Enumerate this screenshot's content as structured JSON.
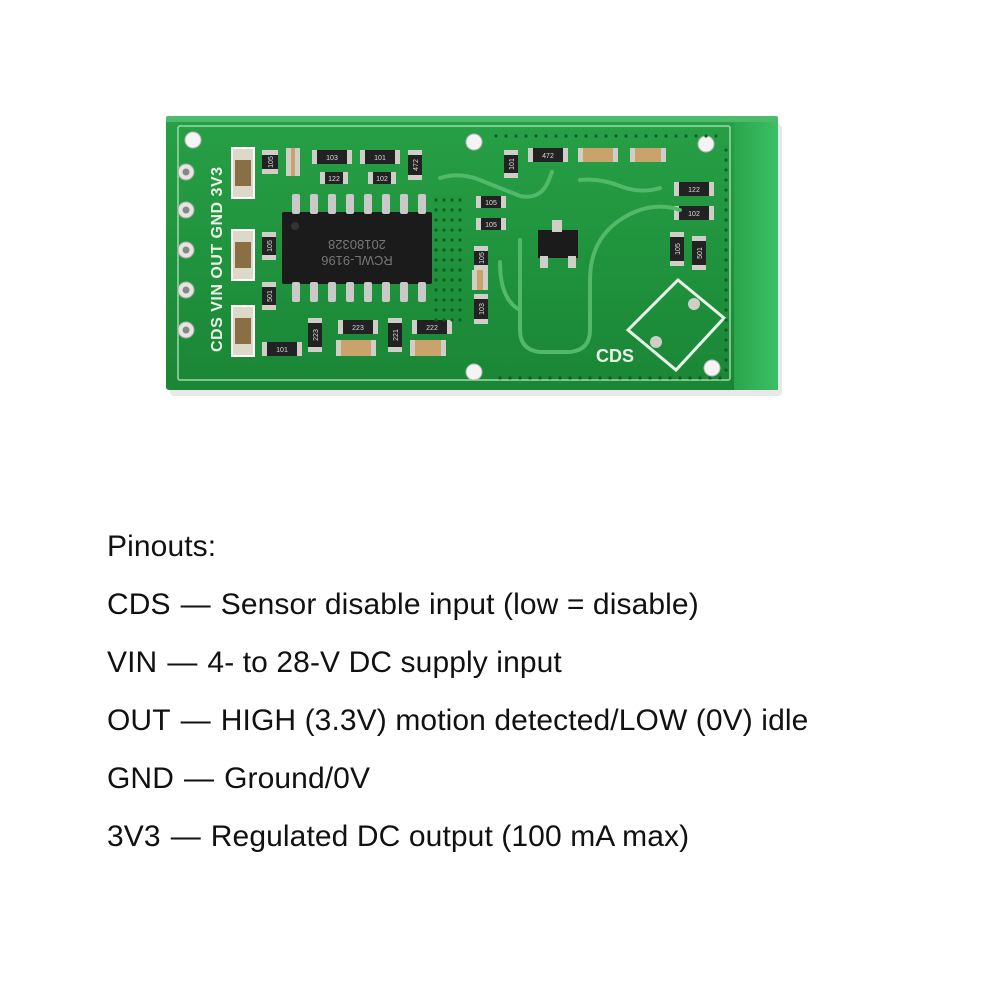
{
  "board": {
    "pin_labels": [
      "CDS",
      "VIN",
      "OUT",
      "GND",
      "3V3"
    ],
    "chip_text_1": "RCWL-9196",
    "chip_text_2": "20180328",
    "antenna_label": "CDS",
    "resistor_codes": [
      "105",
      "103",
      "101",
      "472",
      "122",
      "102",
      "105",
      "501",
      "223",
      "223",
      "221",
      "222",
      "101",
      "105",
      "105"
    ],
    "colors": {
      "pcb": "#1f8f3a",
      "pcb_dark": "#157a2c",
      "pcb_edge": "#2fae52",
      "silk": "#e9f2e7",
      "chip": "#1b1b1b",
      "pin": "#c9c9c9",
      "pad": "#cfcfc7",
      "resistor": "#222222",
      "capacitor": "#c9a36b"
    }
  },
  "pinouts": {
    "heading": "Pinouts:",
    "separator": "—",
    "items": [
      {
        "pin": "CDS",
        "desc": "Sensor disable input (low = disable)"
      },
      {
        "pin": "VIN",
        "desc": "4- to 28-V DC supply input"
      },
      {
        "pin": "OUT",
        "desc": "HIGH (3.3V) motion detected/LOW (0V) idle"
      },
      {
        "pin": "GND",
        "desc": "Ground/0V"
      },
      {
        "pin": "3V3",
        "desc": "Regulated DC output (100 mA max)"
      }
    ]
  }
}
